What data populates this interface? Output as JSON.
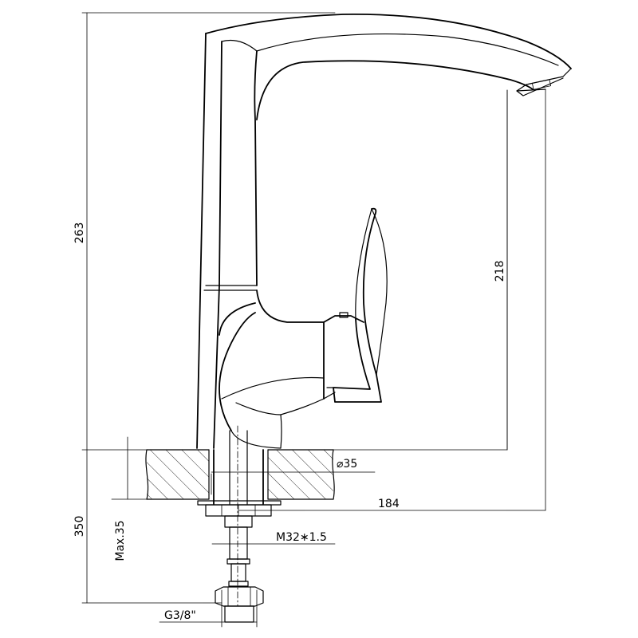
{
  "dimensions": {
    "total_height": "263",
    "spout_height": "218",
    "below_deck": "350",
    "max_thickness": "Max.35",
    "hole_diameter": "⌀35",
    "reach": "184",
    "thread": "M32∗1.5",
    "hose_thread": "G3/8\""
  }
}
